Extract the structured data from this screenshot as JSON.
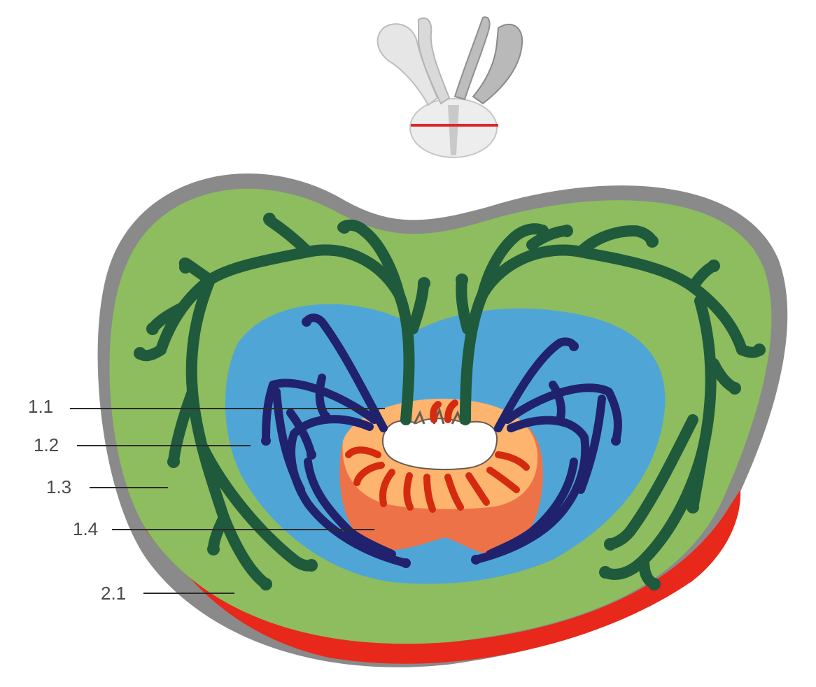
{
  "labels": [
    {
      "id": "1.1",
      "text": "1.1"
    },
    {
      "id": "1.2",
      "text": "1.2"
    },
    {
      "id": "1.3",
      "text": "1.3"
    },
    {
      "id": "1.4",
      "text": "1.4"
    },
    {
      "id": "2.1",
      "text": "2.1"
    }
  ],
  "colors": {
    "capsule": "#8a8a8a",
    "peripheral_zone": "#8dbd5e",
    "central_zone": "#4fa6d6",
    "transition_zone": "#fdb46e",
    "periurethral": "#ee7248",
    "urethra": "#ffffff",
    "fibromuscular_stroma": "#e8281a",
    "green_ducts": "#1f5a3c",
    "navy_ducts": "#21226e",
    "red_ducts": "#d42a10",
    "section_line": "#e0242a"
  }
}
